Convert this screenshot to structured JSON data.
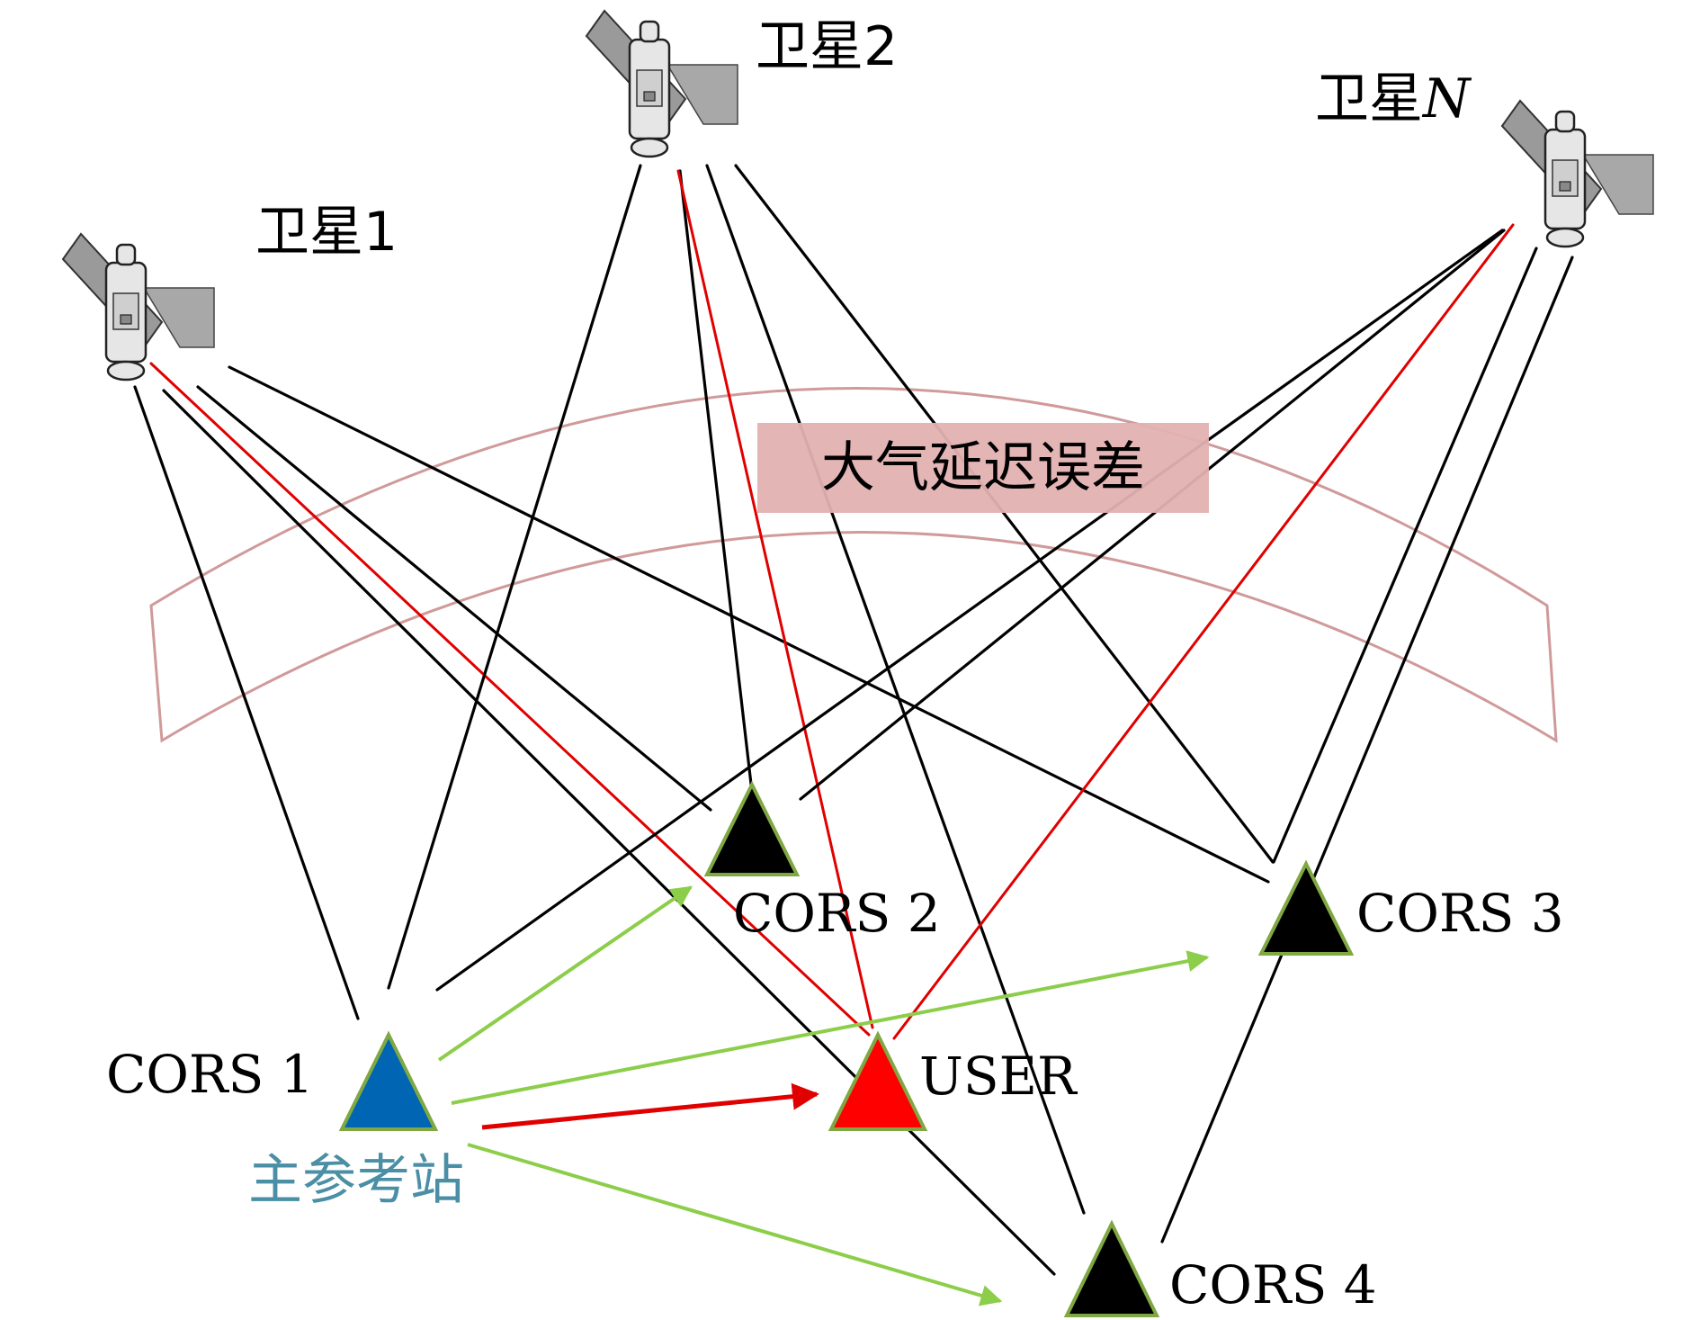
{
  "satellites": [
    {
      "key": "sat1",
      "label": "卫星1"
    },
    {
      "key": "sat2",
      "label": "卫星2"
    },
    {
      "key": "satN",
      "label_prefix": "卫星",
      "label_italic": "N"
    }
  ],
  "stations": [
    {
      "key": "cors1",
      "label": "CORS 1"
    },
    {
      "key": "cors2",
      "label": "CORS 2"
    },
    {
      "key": "cors3",
      "label": "CORS 3"
    },
    {
      "key": "cors4",
      "label": "CORS 4"
    },
    {
      "key": "user",
      "label": "USER"
    }
  ],
  "main_station_label": "主参考站",
  "atmosphere_label": "大气延迟误差",
  "colors": {
    "signal_line": "#000000",
    "user_signal_line": "#e00000",
    "correction_arrow": "#8ccd4a",
    "user_correction_arrow": "#e00000",
    "main_station_fill": "#0066b3",
    "user_fill": "#ff0000",
    "station_fill": "#000000",
    "triangle_outline": "#7fa843",
    "atmosphere_band": "#d09a9a",
    "atmosphere_label_bg": "#e3b1b1",
    "main_station_text": "#4a8fa5"
  }
}
